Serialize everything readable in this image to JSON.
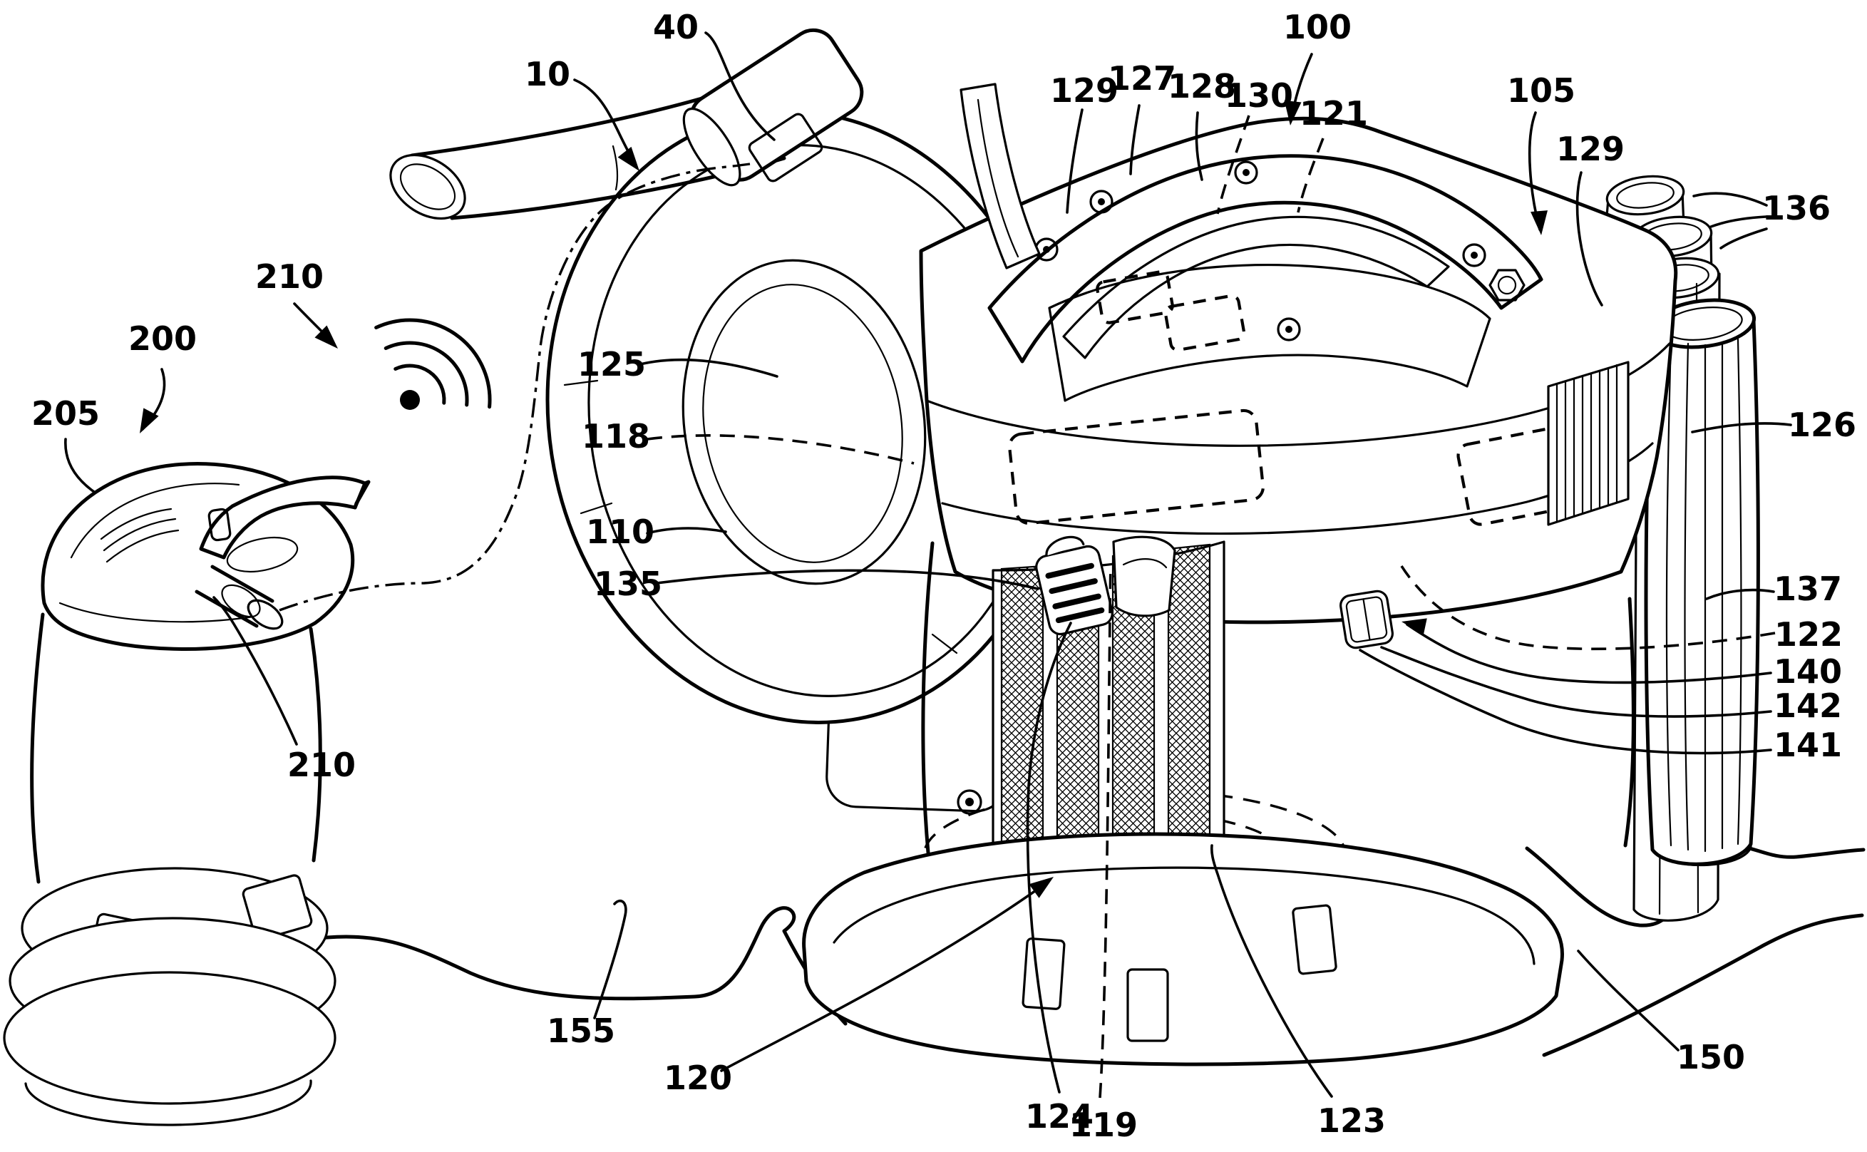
{
  "figure": {
    "background_color": "#ffffff",
    "ink_color": "#000000",
    "icons": [
      {
        "name": "wireless-signal-icon"
      }
    ],
    "labels": [
      {
        "id": "40",
        "text": "40"
      },
      {
        "id": "10",
        "text": "10"
      },
      {
        "id": "129-left",
        "text": "129"
      },
      {
        "id": "127",
        "text": "127"
      },
      {
        "id": "128",
        "text": "128"
      },
      {
        "id": "130",
        "text": "130"
      },
      {
        "id": "100",
        "text": "100"
      },
      {
        "id": "121",
        "text": "121"
      },
      {
        "id": "105",
        "text": "105"
      },
      {
        "id": "129-right",
        "text": "129"
      },
      {
        "id": "136",
        "text": "136"
      },
      {
        "id": "126",
        "text": "126"
      },
      {
        "id": "125",
        "text": "125"
      },
      {
        "id": "118",
        "text": "118"
      },
      {
        "id": "110",
        "text": "110"
      },
      {
        "id": "135",
        "text": "135"
      },
      {
        "id": "137",
        "text": "137"
      },
      {
        "id": "122",
        "text": "122"
      },
      {
        "id": "140",
        "text": "140"
      },
      {
        "id": "142",
        "text": "142"
      },
      {
        "id": "141",
        "text": "141"
      },
      {
        "id": "155",
        "text": "155"
      },
      {
        "id": "120",
        "text": "120"
      },
      {
        "id": "124",
        "text": "124"
      },
      {
        "id": "119",
        "text": "119"
      },
      {
        "id": "123",
        "text": "123"
      },
      {
        "id": "150",
        "text": "150"
      },
      {
        "id": "200",
        "text": "200"
      },
      {
        "id": "205",
        "text": "205"
      },
      {
        "id": "210-upper",
        "text": "210"
      },
      {
        "id": "210-lower",
        "text": "210"
      }
    ]
  }
}
